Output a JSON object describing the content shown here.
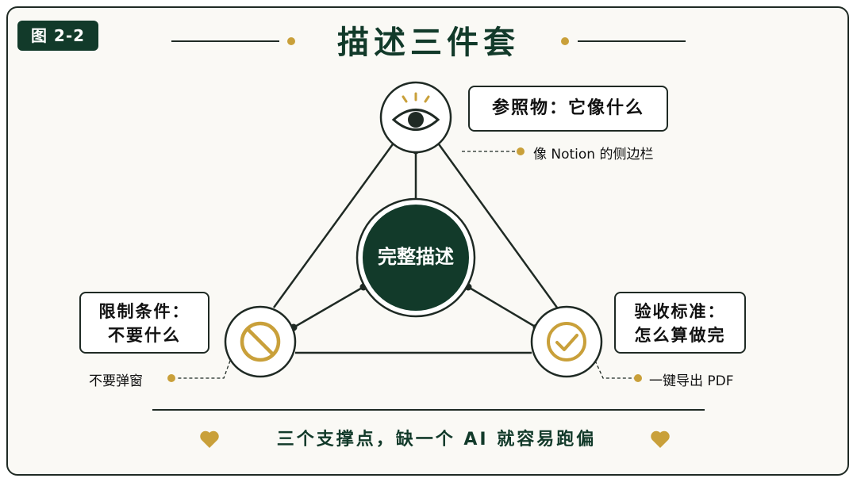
{
  "figure_tag": "图 2-2",
  "title": "描述三件套",
  "center": {
    "label": "完整描述"
  },
  "nodes": {
    "top": {
      "box_label": "参照物：它像什么",
      "example": "像 Notion 的侧边栏",
      "icon": "eye-icon"
    },
    "left": {
      "box_line1": "限制条件：",
      "box_line2": "不要什么",
      "example": "不要弹窗",
      "icon": "prohibited-icon"
    },
    "right": {
      "box_line1": "验收标准：",
      "box_line2": "怎么算做完",
      "example": "一键导出 PDF",
      "icon": "check-circle-icon"
    }
  },
  "footer": {
    "text": "三个支撑点，缺一个 AI 就容易跑偏",
    "icon": "heart-icon"
  },
  "colors": {
    "dark_green": "#123a2a",
    "gold": "#c9a03a",
    "line": "#1f2a24",
    "background": "#faf9f5"
  }
}
